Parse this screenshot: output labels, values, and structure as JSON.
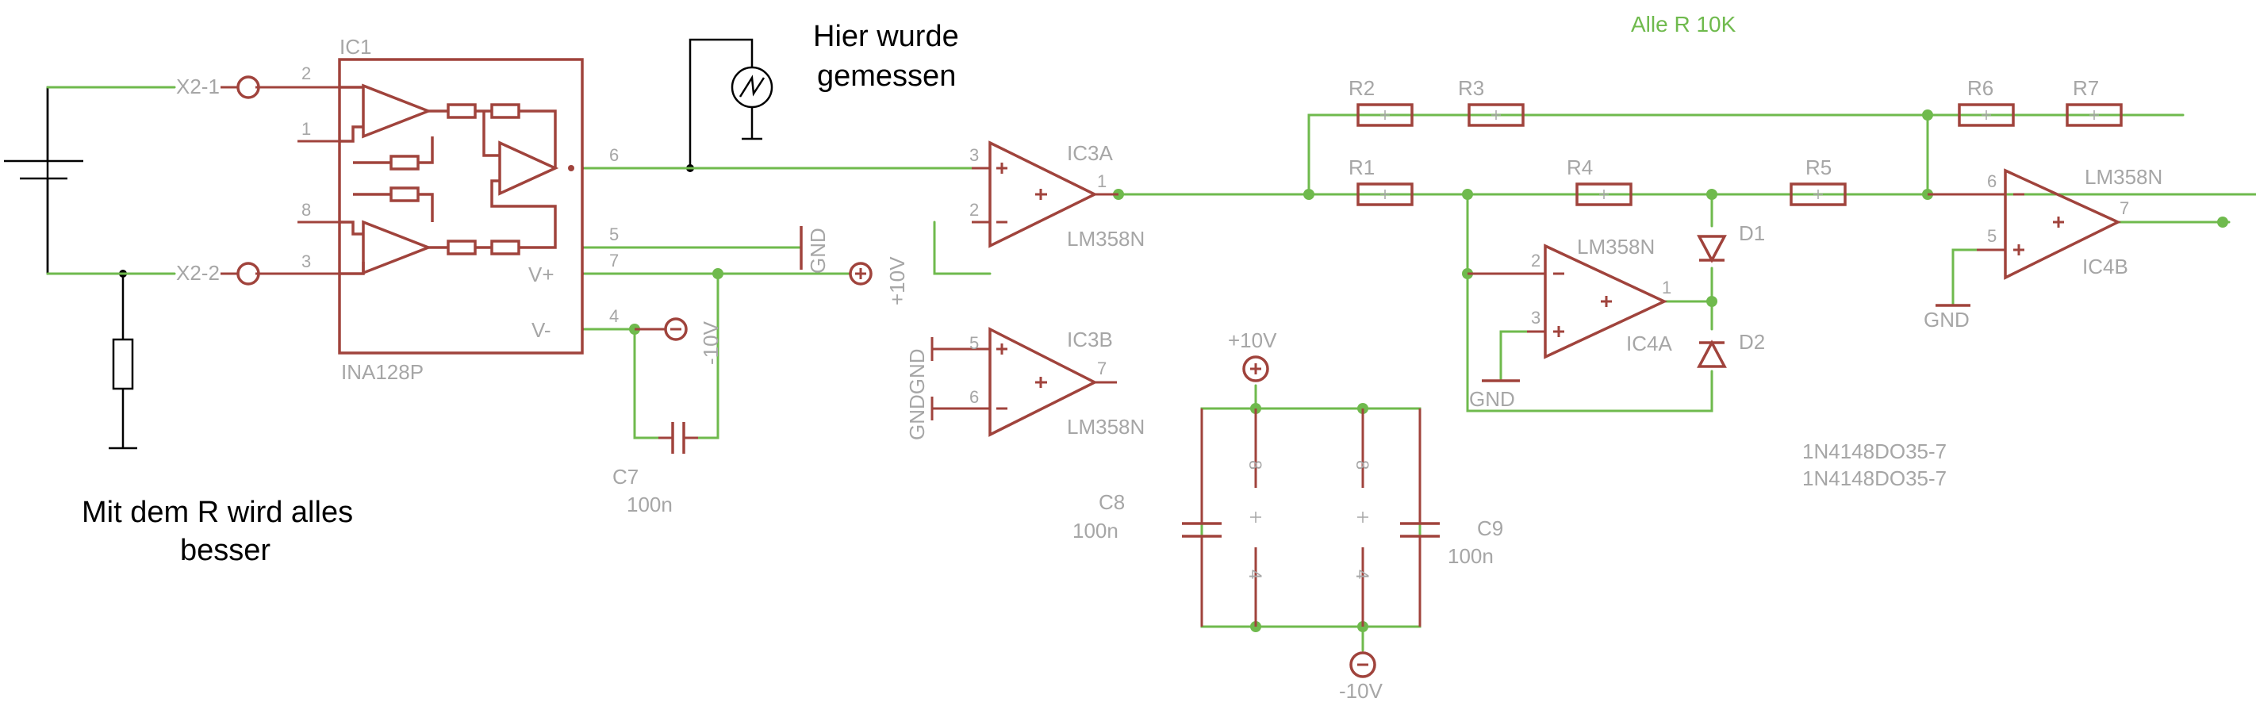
{
  "notes": {
    "measure_line1": "Hier wurde",
    "measure_line2": "gemessen",
    "resistor_line1": "Mit dem R wird alles",
    "resistor_line2": "besser",
    "all_r": "Alle R 10K"
  },
  "labels": {
    "x2_1": "X2-1",
    "x2_2": "X2-2",
    "ic1": "IC1",
    "ina": "INA128P",
    "vplus": "V+",
    "vminus": "V-",
    "ic3a": "IC3A",
    "ic3b": "IC3B",
    "lm358_1": "LM358N",
    "lm358_2": "LM358N",
    "lm358_3": "LM358N",
    "lm358_4": "LM358N",
    "ic4a": "IC4A",
    "ic4b": "IC4B",
    "gnd": "GND",
    "gndgnd": "GNDGND",
    "p10v": "+10V",
    "m10v": "-10V",
    "c7": "C7",
    "c8": "C8",
    "c9": "C9",
    "cap_val": "100n",
    "r1": "R1",
    "r2": "R2",
    "r3": "R3",
    "r4": "R4",
    "r5": "R5",
    "r6": "R6",
    "r7": "R7",
    "d1": "D1",
    "d2": "D2",
    "diode_part": "1N4148DO35-7"
  },
  "pins": {
    "p1": "1",
    "p2": "2",
    "p3": "3",
    "p4": "4",
    "p5": "5",
    "p6": "6",
    "p7": "7",
    "p8": "8"
  },
  "colors": {
    "wire": "#6fba4d",
    "component": "#a0433c",
    "label": "#a6a6a6",
    "annotation": "#000000"
  }
}
